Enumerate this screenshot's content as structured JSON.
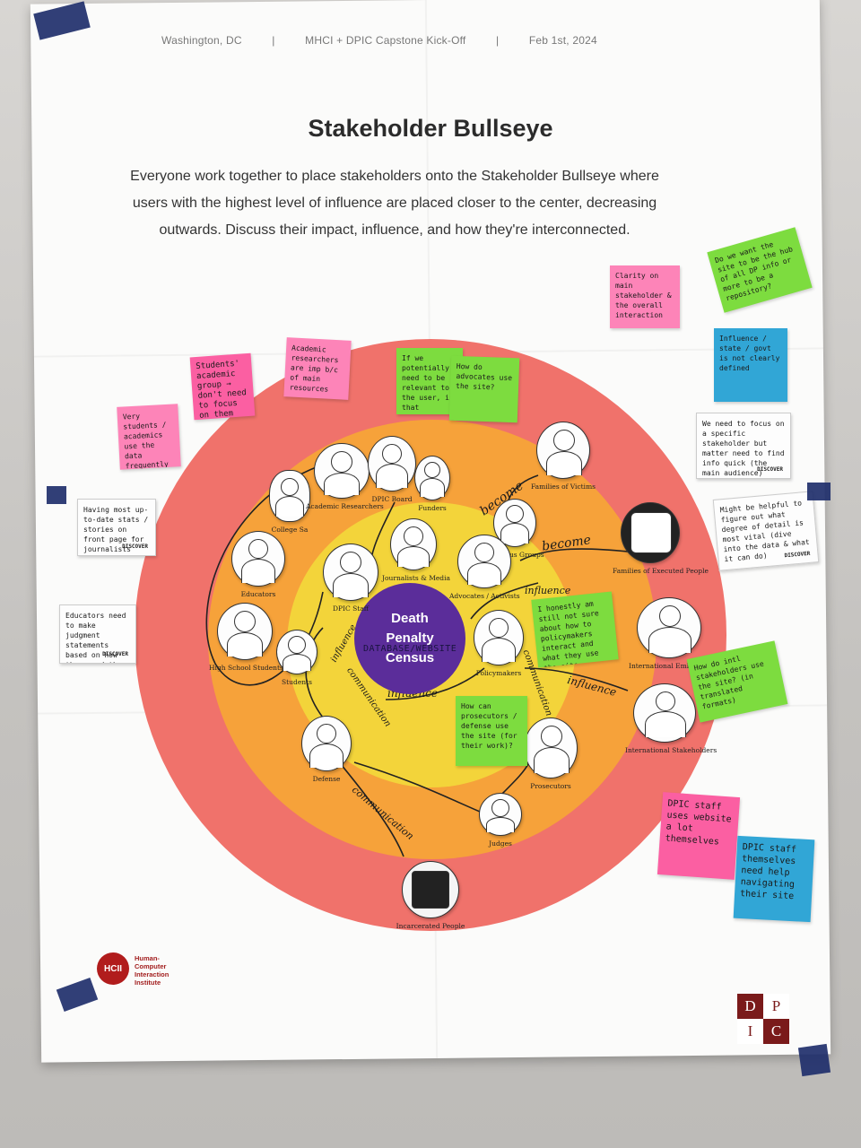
{
  "header": {
    "location": "Washington, DC",
    "sep": "|",
    "event": "MHCI + DPIC Capstone Kick-Off",
    "date": "Feb 1st, 2024"
  },
  "title": "Stakeholder Bullseye",
  "instructions": "Everyone work together to place stakeholders onto the Stakeholder Bullseye where users with the highest level of influence are placed closer to the center, decreasing outwards. Discuss their impact, influence, and how they're interconnected.",
  "center": {
    "line1": "Death",
    "line2": "Penalty",
    "line3": "Census",
    "overlay": "DATABASE/WEBSITE"
  },
  "ring_colors": {
    "outer": "#f0726b",
    "middle": "#f6a23a",
    "inner": "#f3d43a",
    "center": "#5b2d9a"
  },
  "stakeholders": [
    "College Sa",
    "Academic Researchers",
    "DPIC Board",
    "Funders",
    "Educators",
    "DPIC Staff",
    "Journalists & Media",
    "Religious Groups",
    "Advocates / Activists",
    "High School Students",
    "Students",
    "Policymakers",
    "Families of Victims",
    "Families of Executed People",
    "International Embassies",
    "International Stakeholders",
    "Defense",
    "Prosecutors",
    "Judges",
    "Incarcerated People"
  ],
  "arrow_labels": {
    "become_1": "become",
    "become_2": "become",
    "influence_1": "influence",
    "influence_2": "influence",
    "influence_3": "influence",
    "influence_4": "influence",
    "communication_1": "communication",
    "communication_2": "communication",
    "communication_3": "communication"
  },
  "notes": {
    "students_group": "Students' academic group → don't need to focus on them",
    "academic_researchers": "Academic researchers are imp b/c of main resources",
    "young_students": "Very students / academics use the data frequently",
    "potential_fed": "If we potentially need to be relevant to the user, is that bringing in the data?",
    "how_do_advocates": "How do advocates use the site?",
    "clarity_on_stakeholder": "Clarity on main stakeholder & the overall interaction",
    "want_site_hub": "Do we want the site to be the hub of all DP info or more to be a repository?",
    "influence_state": "Influence / state / govt is not clearly defined",
    "need_focus": "We need to focus on a specific stakeholder but matter need to find info quick (the main audience)",
    "might_be_helpful": "Might be helpful to figure out what degree of detail is most vital (dive into the data & what it can do)",
    "having_most_uptodate": "Having most up-to-date stats / stories on front page for journalists",
    "educators_note": "Educators need to make judgment statements based on how they read the data",
    "honestly_still": "I honestly am still not sure about how to policymakers interact and what they use the site",
    "how_do_intl": "How do intl stakeholders use the site? (in translated formats)",
    "how_can_prosecutors": "How can prosecutors / defense use the site (for their work)?",
    "dpic_staff_uses": "DPIC staff uses website a lot themselves",
    "dpic_staff_need": "DPIC staff themselves need help navigating their site",
    "discover": "DISCOVER"
  },
  "logos": {
    "hcii_mark": "HCII",
    "hcii_line1": "Human-",
    "hcii_line2": "Computer",
    "hcii_line3": "Interaction",
    "hcii_line4": "Institute",
    "dpic": [
      "D",
      "P",
      "I",
      "C"
    ]
  }
}
